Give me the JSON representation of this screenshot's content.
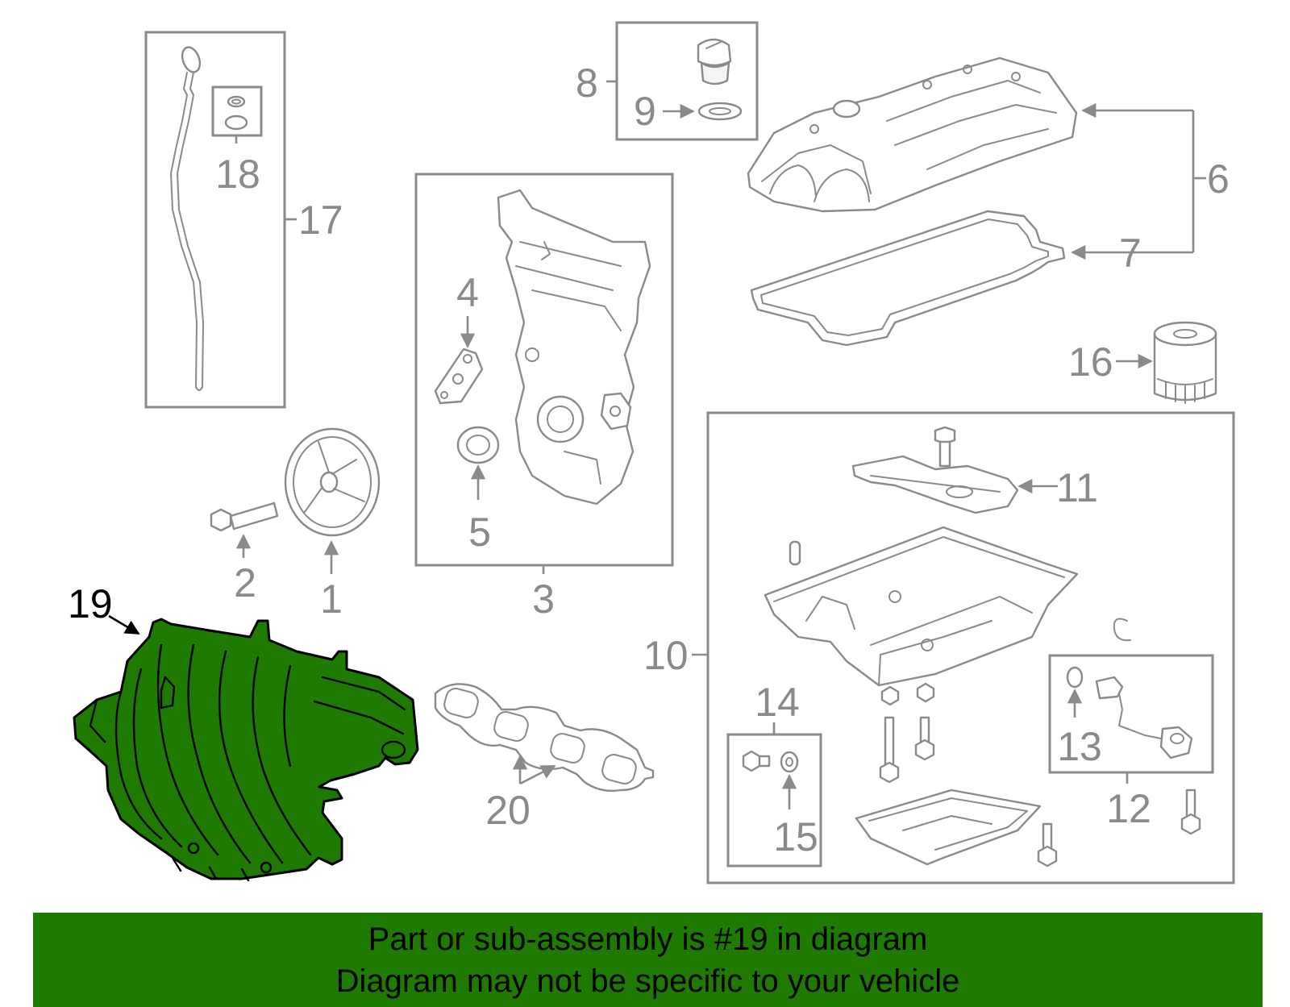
{
  "diagram": {
    "highlight_color": "#1e7a00",
    "line_color": "#8a8a8a",
    "highlighted_part": "19",
    "callouts": {
      "c1": "1",
      "c2": "2",
      "c3": "3",
      "c4": "4",
      "c5": "5",
      "c6": "6",
      "c7": "7",
      "c8": "8",
      "c9": "9",
      "c10": "10",
      "c11": "11",
      "c12": "12",
      "c13": "13",
      "c14": "14",
      "c15": "15",
      "c16": "16",
      "c17": "17",
      "c18": "18",
      "c19": "19",
      "c20": "20"
    }
  },
  "caption": {
    "background": "#1e7a00",
    "line1": "Part or sub-assembly is #19 in diagram",
    "line2": "Diagram may not be specific to your vehicle"
  }
}
